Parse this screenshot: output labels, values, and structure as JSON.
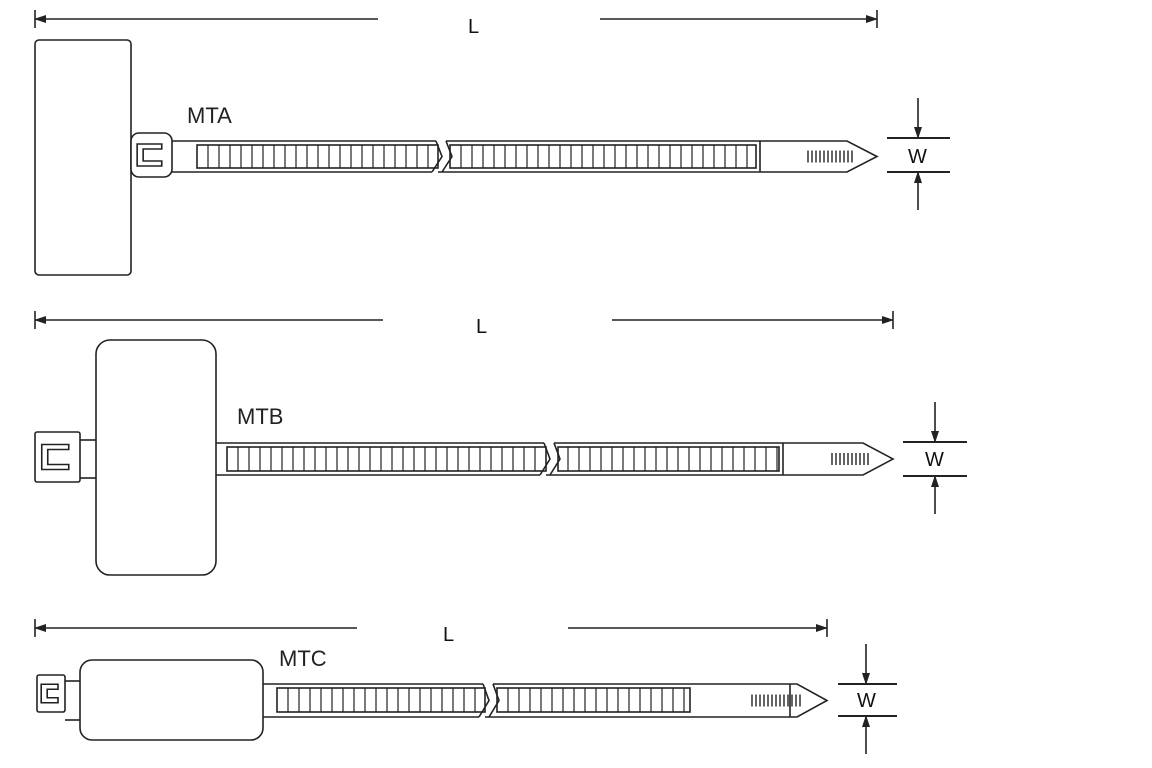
{
  "diagram": {
    "ties": [
      {
        "model": "MTA",
        "length_label": "L",
        "width_label": "W"
      },
      {
        "model": "MTB",
        "length_label": "L",
        "width_label": "W"
      },
      {
        "model": "MTC",
        "length_label": "L",
        "width_label": "W"
      }
    ],
    "line_color": "#222222"
  }
}
